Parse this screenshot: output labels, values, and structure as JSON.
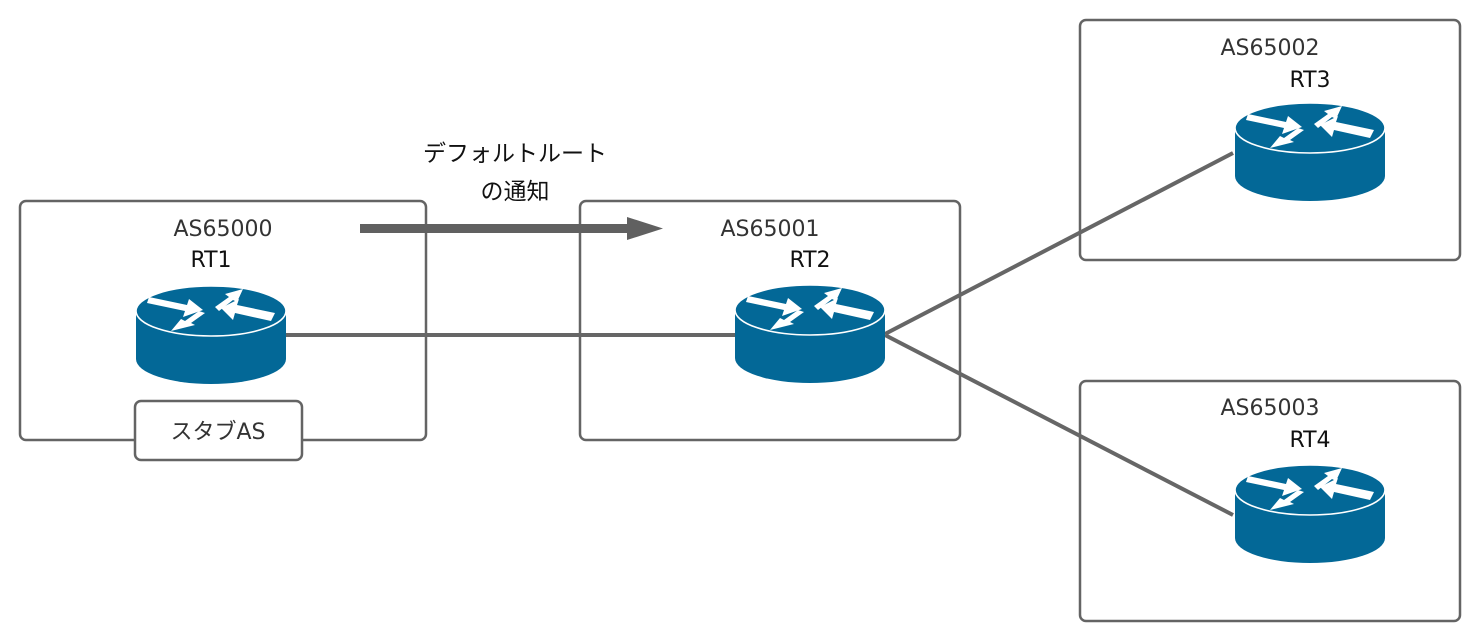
{
  "diagram": {
    "title_caption": {
      "line1": "デフォルトルート",
      "line2": "の通知"
    },
    "autonomous_systems": [
      {
        "id": "as1",
        "label": "AS65000",
        "router": "RT1",
        "tag": "スタブAS"
      },
      {
        "id": "as2",
        "label": "AS65001",
        "router": "RT2"
      },
      {
        "id": "as3",
        "label": "AS65002",
        "router": "RT3"
      },
      {
        "id": "as4",
        "label": "AS65003",
        "router": "RT4"
      }
    ],
    "links": [
      {
        "from": "RT1",
        "to": "RT2"
      },
      {
        "from": "RT2",
        "to": "RT3"
      },
      {
        "from": "RT2",
        "to": "RT4"
      }
    ],
    "announcement": {
      "from": "AS65000",
      "to": "AS65001",
      "meaning": "default route advertisement"
    },
    "colors": {
      "router": "#036897",
      "line": "#666666",
      "box_border": "#646464",
      "arrow": "#606060"
    }
  }
}
